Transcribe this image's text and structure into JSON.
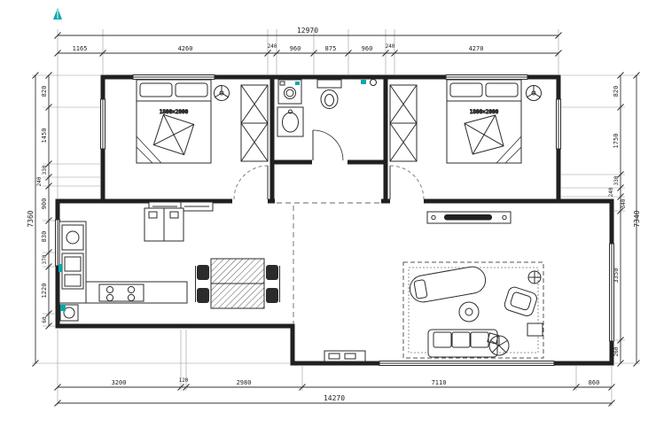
{
  "plan": {
    "bed_left_label": "1800×2000",
    "bed_right_label": "1800×2000"
  },
  "dims": {
    "top_total": "12970",
    "top": [
      "1165",
      "4260",
      "240",
      "960",
      "875",
      "960",
      "240",
      "4270"
    ],
    "left_total": "7360",
    "left": [
      "820",
      "1450",
      "330",
      "240",
      "900",
      "830",
      "370",
      "1220",
      "60"
    ],
    "right_total": "7340",
    "right": [
      "820",
      "1750",
      "330",
      "240",
      "340",
      "3350",
      "260"
    ],
    "bottom": [
      "3200",
      "120",
      "2980",
      "7110",
      "860"
    ],
    "bottom_total": "14270"
  },
  "colors": {
    "accent": "#00a9ad",
    "line": "#202020"
  }
}
